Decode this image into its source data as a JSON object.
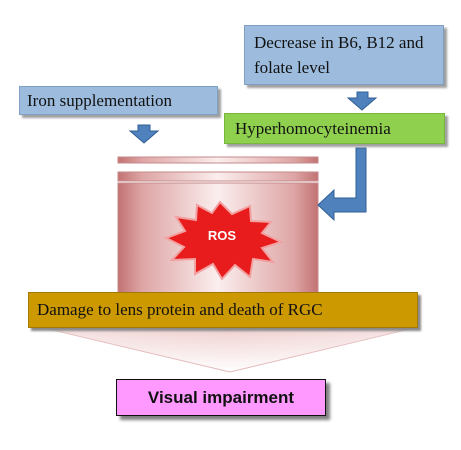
{
  "nodes": {
    "iron": "Iron supplementation",
    "decrease": "Decrease in B6, B12 and folate level",
    "hyper": "Hyperhomocyteinemia",
    "ros": "ROS",
    "damage": "Damage to lens protein and death of RGC",
    "visual": "Visual impairment"
  },
  "colors": {
    "blue_box": "#9dbcdd",
    "green_box": "#8fd14f",
    "gold_box": "#cc9900",
    "pink_box": "#ff99ff",
    "arrow_blue": "#4f81bd",
    "burst_red": "#e81c1c",
    "cylinder_pink": "#c97b7b"
  }
}
